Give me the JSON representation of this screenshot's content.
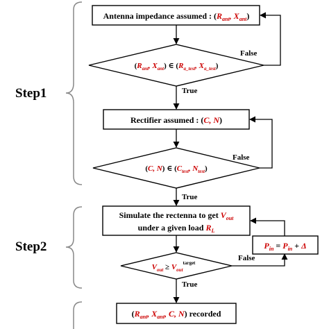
{
  "steps": {
    "step1": "Step1",
    "step2": "Step2"
  },
  "labels": {
    "true": "True",
    "false": "False"
  },
  "boxes": {
    "antenna": {
      "text": "Antenna impedance assumed : (",
      "r": "R",
      "r_sub": "ant",
      "sep": ", ",
      "x": "X",
      "x_sub": "ant",
      "close": ")"
    },
    "rectifier": {
      "text": "Rectifier assumed : (",
      "vars": "C, N",
      "close": ")"
    },
    "simulate": {
      "line1": "Simulate the rectenna to get ",
      "v": "V",
      "v_sub": "out",
      "line2": "under a given load ",
      "rl": "R",
      "rl_sub": "L"
    },
    "pin_update": {
      "p1": "P",
      "p1_sub": "in",
      "eq": " = ",
      "p2": "P",
      "p2_sub": "in",
      "plus": " + ",
      "delta": "Δ"
    },
    "recorded": {
      "open": "(",
      "r": "R",
      "r_sub": "ant",
      "sep1": ", ",
      "x": "X",
      "x_sub": "ant",
      "sep2": ", ",
      "cn": "C, N",
      "close": ")",
      "text": " recorded"
    }
  },
  "decisions": {
    "d1": {
      "open": "(",
      "r": "R",
      "r_sub": "ant",
      "sep": ", ",
      "x": "X",
      "x_sub": "ant",
      "close": ")",
      "in": " ∈ (",
      "ra": "R",
      "ra_sub": "a_test",
      "sep2": ", ",
      "xa": "X",
      "xa_sub": "a_test",
      "close2": ")"
    },
    "d2": {
      "open": "(",
      "cn": "C, N",
      "close": ")",
      "in": " ∈ (",
      "c": "C",
      "c_sub": "test",
      "sep": ", ",
      "n": "N",
      "n_sub": "test",
      "close2": ")"
    },
    "d3": {
      "v": "V",
      "v_sub": "out",
      "ge": " ≥ ",
      "v2": "V",
      "v2_sub": "out",
      "v2_sup": "target"
    }
  }
}
